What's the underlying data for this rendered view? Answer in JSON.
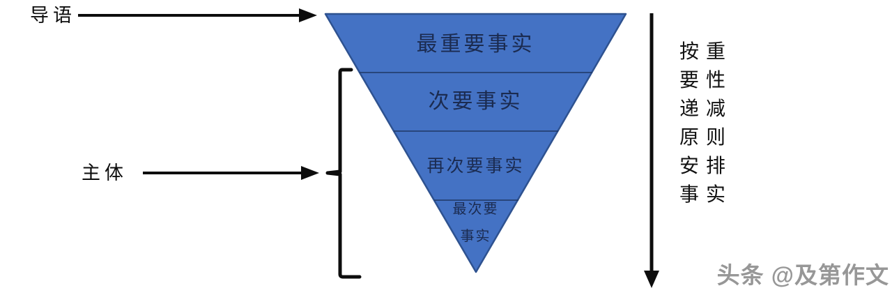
{
  "labels": {
    "lead": "导语",
    "body": "主体"
  },
  "pyramid": {
    "sections": [
      {
        "label": "最重要事实"
      },
      {
        "label": "次要事实"
      },
      {
        "label": "再次要事实"
      },
      {
        "label_line1": "最次要",
        "label_line2": "事实"
      }
    ]
  },
  "right_note": {
    "lines": [
      "按重",
      "要性",
      "递减",
      "原则",
      "安排",
      "事实"
    ]
  },
  "watermark": {
    "text": "头条 @及第作文"
  },
  "colors": {
    "funnel_fill": "#4472c4",
    "funnel_border": "#2e5290",
    "divider": "#1f3864",
    "pyramid_text": "#1b2b50",
    "arrow": "#0d0d0d",
    "watermark_gray": "#808080"
  }
}
